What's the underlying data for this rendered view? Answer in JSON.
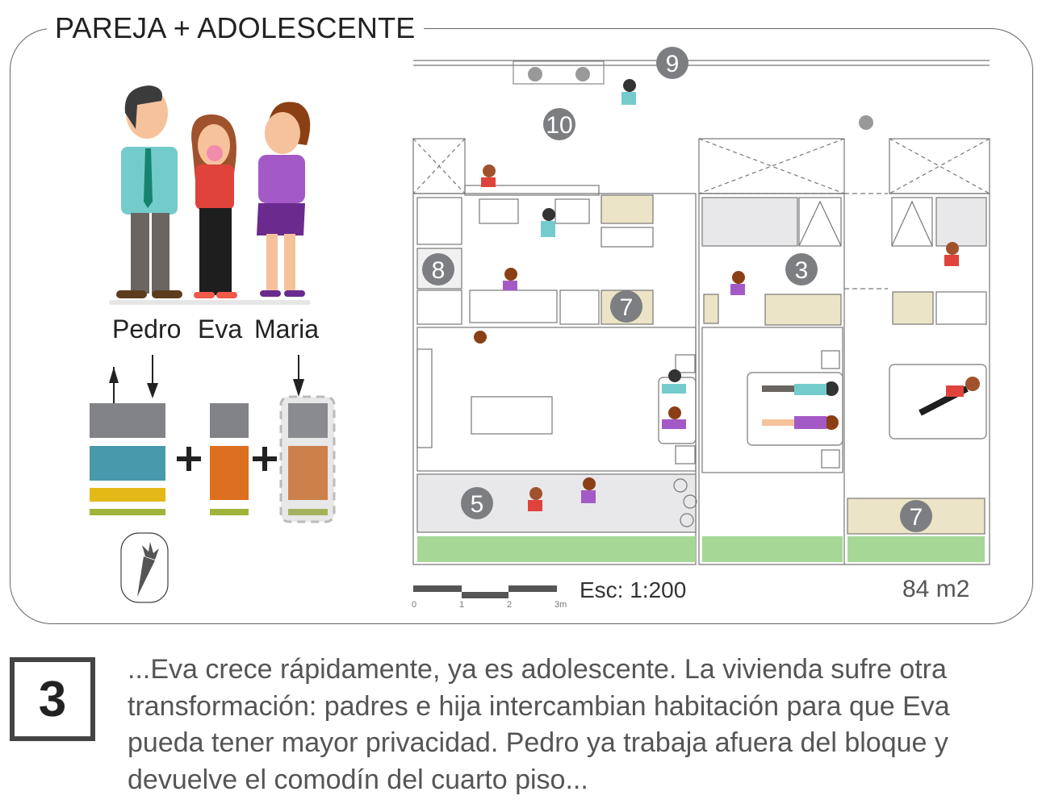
{
  "title": "PAREJA + ADOLESCENTE",
  "people": [
    "Pedro",
    "Eva",
    "Maria"
  ],
  "plan": {
    "markers": [
      "9",
      "10",
      "8",
      "3",
      "7",
      "5",
      "7"
    ],
    "scale_label": "Esc: 1:200",
    "scale_ticks": [
      "0",
      "1",
      "2",
      "3m"
    ],
    "area": "84 m2"
  },
  "colors": {
    "gray": "#828387",
    "teal": "#4799ab",
    "yellow": "#e3b817",
    "green": "#9fb53a",
    "orange": "#dd6f20",
    "orange_light": "#cc814b"
  },
  "step": {
    "number": "3",
    "text": "...Eva crece rápidamente, ya es adolescente. La vivienda sufre otra transformación: padres e hija intercambian habitación para que Eva pueda tener mayor privacidad. Pedro ya trabaja afuera del bloque y devuelve el comodín del cuarto piso..."
  },
  "icons": [
    "carrot-icon"
  ]
}
